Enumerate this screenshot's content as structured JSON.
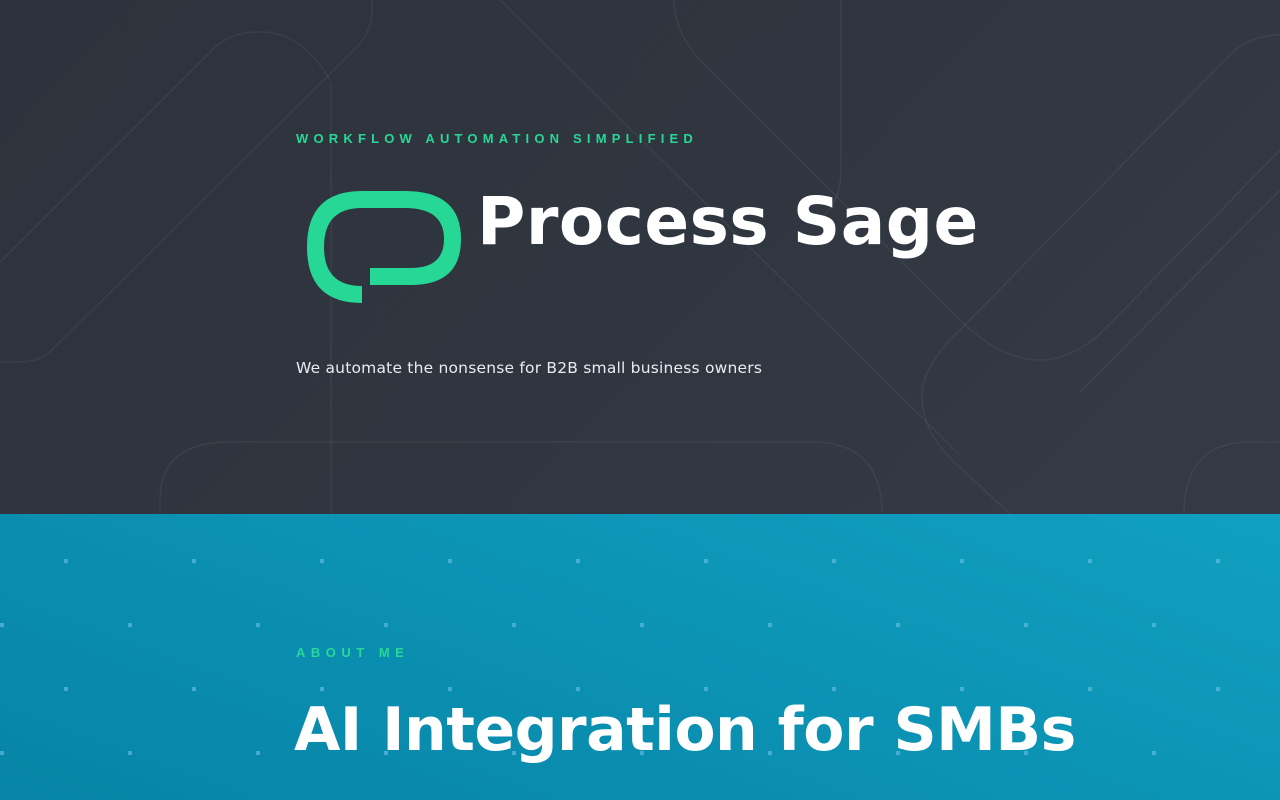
{
  "hero": {
    "eyebrow": "WORKFLOW AUTOMATION SIMPLIFIED",
    "brand_name": "Process Sage",
    "logo_icon": "process-sage-logo-icon",
    "tagline": "We automate the nonsense for B2B small business owners"
  },
  "about": {
    "eyebrow": "ABOUT ME",
    "title": "AI Integration for SMBs"
  },
  "colors": {
    "hero_background": "#2f3540",
    "accent_green": "#27d796",
    "about_background_light": "#11a0c0",
    "about_background_dark": "#0784a7",
    "text_white": "#ffffff"
  }
}
